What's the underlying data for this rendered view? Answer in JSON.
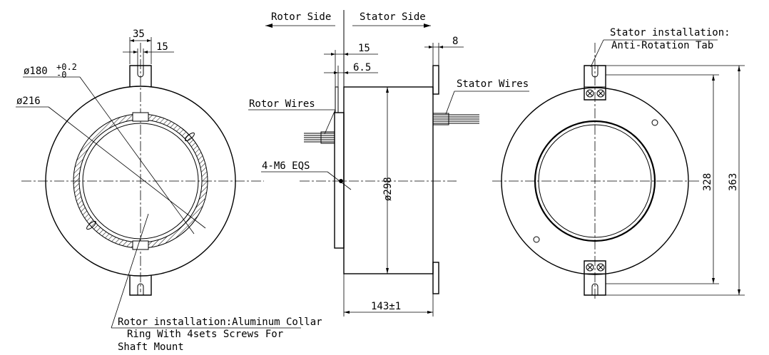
{
  "labels": {
    "rotor_side": "Rotor Side",
    "stator_side": "Stator Side",
    "rotor_wires": "Rotor Wires",
    "stator_wires": "Stator Wires",
    "stator_install_1": "Stator installation:",
    "stator_install_2": "Anti-Rotation Tab",
    "rotor_install_1": "Rotor installation:Aluminum Collar",
    "rotor_install_2": "Ring With 4sets Screws For",
    "rotor_install_3": "Shaft Mount",
    "screw": "4-M6 EQS"
  },
  "dimensions": {
    "d35": "35",
    "d15a": "15",
    "phi180": "ø180",
    "phi180_tol_upper": "+0.2",
    "phi180_tol_lower": "-0",
    "phi216": "ø216",
    "d15b": "15",
    "d6_5": "6.5",
    "d8": "8",
    "phi298": "ø298",
    "d143": "143±1",
    "d328": "328",
    "d363": "363"
  }
}
